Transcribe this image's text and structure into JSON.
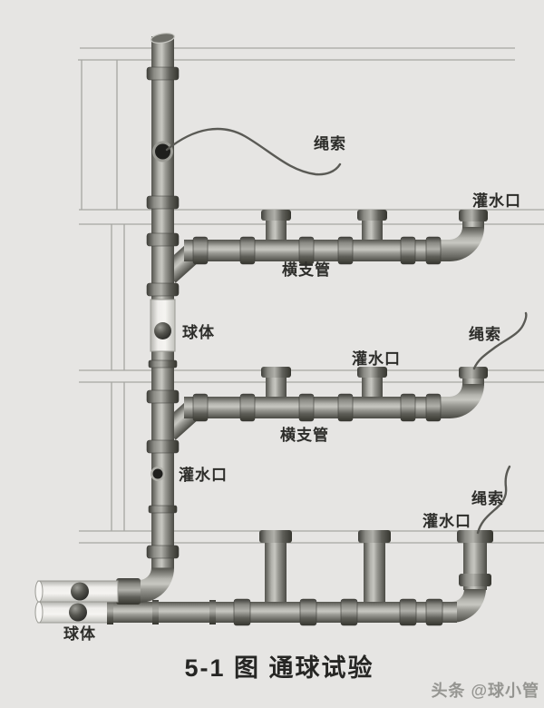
{
  "title": {
    "text": "5-1 图  通球试验"
  },
  "watermark": {
    "text": "头条 @球小管"
  },
  "labels": {
    "rope": "绳索",
    "water_inlet": "灌水口",
    "branch_pipe": "横支管",
    "ball": "球体"
  },
  "colors": {
    "background": "#e6e5e3",
    "floor_line": "#a6a6a2",
    "pipe_light": "#c7c7c1",
    "pipe_mid": "#9a9a94",
    "pipe_dark": "#4a4a44",
    "glass_section": "#f2f1ee",
    "ball": "#2b2b29",
    "rope": "#5a5a55",
    "label_text": "#2d2d2a",
    "title_text": "#262624",
    "watermark_text": "#8d8d89"
  }
}
